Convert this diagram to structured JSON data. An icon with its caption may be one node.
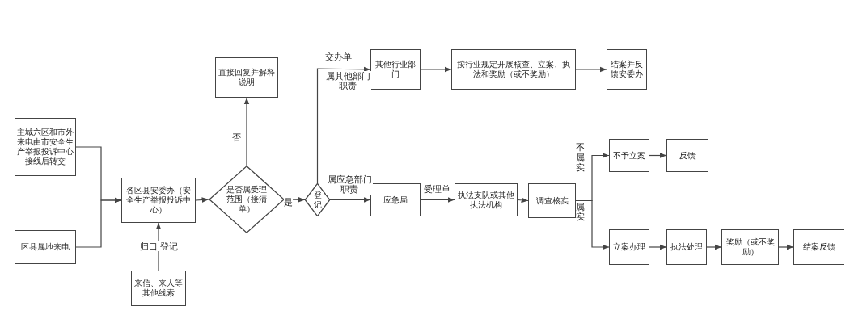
{
  "diagram": {
    "nodes": [
      {
        "text": [
          "主城六区和市外来电由市安全生产举报投诉中心接线后转交"
        ]
      },
      {
        "text": [
          "区县属地来电"
        ]
      },
      {
        "text": [
          "各区县安委办（安全生产举报投诉中心）"
        ]
      },
      {
        "text": [
          "是否属受理范围（接清单）"
        ]
      },
      {
        "text": [
          "直接回复并解释说明"
        ]
      },
      {
        "text": [
          "来信、来人等其他线索"
        ]
      },
      {
        "text": [
          "登记"
        ]
      },
      {
        "text": [
          "其他行业部门"
        ]
      },
      {
        "text": [
          "按行业规定开展核查、立案、执法和奖励（或不奖励）"
        ]
      },
      {
        "text": [
          "结案并反馈安委办"
        ]
      },
      {
        "text": [
          "应急局"
        ]
      },
      {
        "text": [
          "执法支队或其他执法机构"
        ]
      },
      {
        "text": [
          "调查核实"
        ]
      },
      {
        "text": [
          "不予立案"
        ]
      },
      {
        "text": [
          "反馈"
        ]
      },
      {
        "text": [
          "立案办理"
        ]
      },
      {
        "text": [
          "执法处理"
        ]
      },
      {
        "text": [
          "奖励（或不奖励）"
        ]
      },
      {
        "text": [
          "结案反馈"
        ]
      }
    ],
    "edges": [
      {
        "from": 0,
        "to": 2,
        "arrow": "to"
      },
      {
        "from": 1,
        "to": 2,
        "arrow": "to"
      },
      {
        "from": 5,
        "to": 2,
        "arrow": "to",
        "label": "归口 登记"
      },
      {
        "from": 2,
        "to": 3,
        "arrow": "to"
      },
      {
        "from": 3,
        "to": 4,
        "arrow": "to",
        "label": "否"
      },
      {
        "from": 3,
        "to": 6,
        "arrow": "to",
        "label": "是"
      },
      {
        "from": 6,
        "to": 7,
        "arrow": "to",
        "label": "交办单"
      },
      {
        "from": 6,
        "to": 10,
        "arrow": "to",
        "label": "属应急部门职责"
      },
      {
        "from": 7,
        "to": 8,
        "arrow": "to"
      },
      {
        "from": 8,
        "to": 9,
        "arrow": "to"
      },
      {
        "from": 10,
        "to": 11,
        "arrow": "to",
        "label": "受理单"
      },
      {
        "from": 11,
        "to": 12,
        "arrow": "to"
      },
      {
        "from": 12,
        "to": 13,
        "arrow": "to",
        "label": "不属实"
      },
      {
        "from": 12,
        "to": 15,
        "arrow": "to",
        "label": "属实"
      },
      {
        "from": 13,
        "to": 14,
        "arrow": "to"
      },
      {
        "from": 15,
        "to": 16,
        "arrow": "to"
      },
      {
        "from": 16,
        "to": 17,
        "arrow": "to"
      },
      {
        "from": 17,
        "to": 18,
        "arrow": "to"
      }
    ],
    "labels": [
      "属其他部门职责"
    ]
  }
}
